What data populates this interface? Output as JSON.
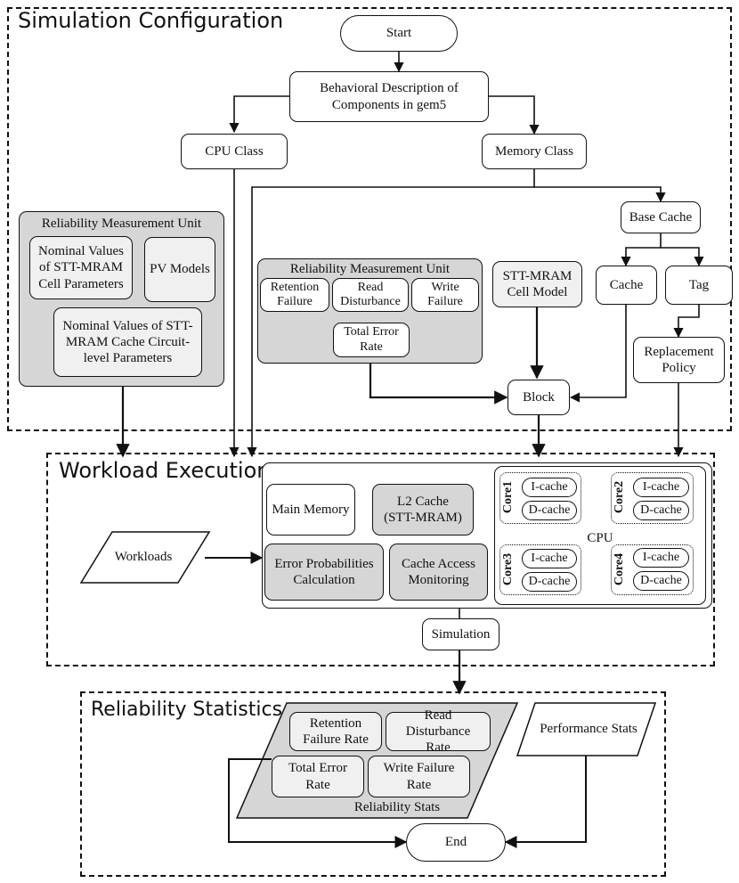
{
  "sections": {
    "simulation": "Simulation Configuration",
    "workload": "Workload Execution",
    "reliability": "Reliability Statistics"
  },
  "nodes": {
    "start": "Start",
    "behavioral": "Behavioral Description of Components in gem5",
    "cpu_class": "CPU Class",
    "memory_class": "Memory Class",
    "base_cache": "Base Cache",
    "cache": "Cache",
    "tag": "Tag",
    "replacement_policy": "Replacement Policy",
    "stt_cell_model": "STT-MRAM Cell Model",
    "block": "Block",
    "simulation": "Simulation",
    "end": "End"
  },
  "rmu_left": {
    "title": "Reliability Measurement Unit",
    "nominal_cell": "Nominal Values of STT-MRAM Cell Parameters",
    "pv_models": "PV Models",
    "nominal_circuit": "Nominal Values of STT-MRAM Cache Circuit-level Parameters"
  },
  "rmu_mid": {
    "title": "Reliability Measurement Unit",
    "retention": "Retention Failure",
    "read_disturbance": "Read Disturbance",
    "write_failure": "Write Failure",
    "total_error": "Total Error Rate"
  },
  "workload": {
    "workloads": "Workloads",
    "main_memory": "Main Memory",
    "l2_cache": "L2 Cache (STT-MRAM)",
    "error_prob": "Error Probabilities Calculation",
    "cache_access": "Cache Access Monitoring",
    "cpu_label": "CPU",
    "cores": [
      {
        "name": "Core1",
        "icache": "I-cache",
        "dcache": "D-cache"
      },
      {
        "name": "Core2",
        "icache": "I-cache",
        "dcache": "D-cache"
      },
      {
        "name": "Core3",
        "icache": "I-cache",
        "dcache": "D-cache"
      },
      {
        "name": "Core4",
        "icache": "I-cache",
        "dcache": "D-cache"
      }
    ]
  },
  "stats": {
    "retention_rate": "Retention Failure Rate",
    "read_dist_rate": "Read Disturbance Rate",
    "total_error_rate": "Total Error Rate",
    "write_failure_rate": "Write Failure Rate",
    "reliability_stats": "Reliability Stats",
    "performance_stats": "Performance Stats"
  }
}
